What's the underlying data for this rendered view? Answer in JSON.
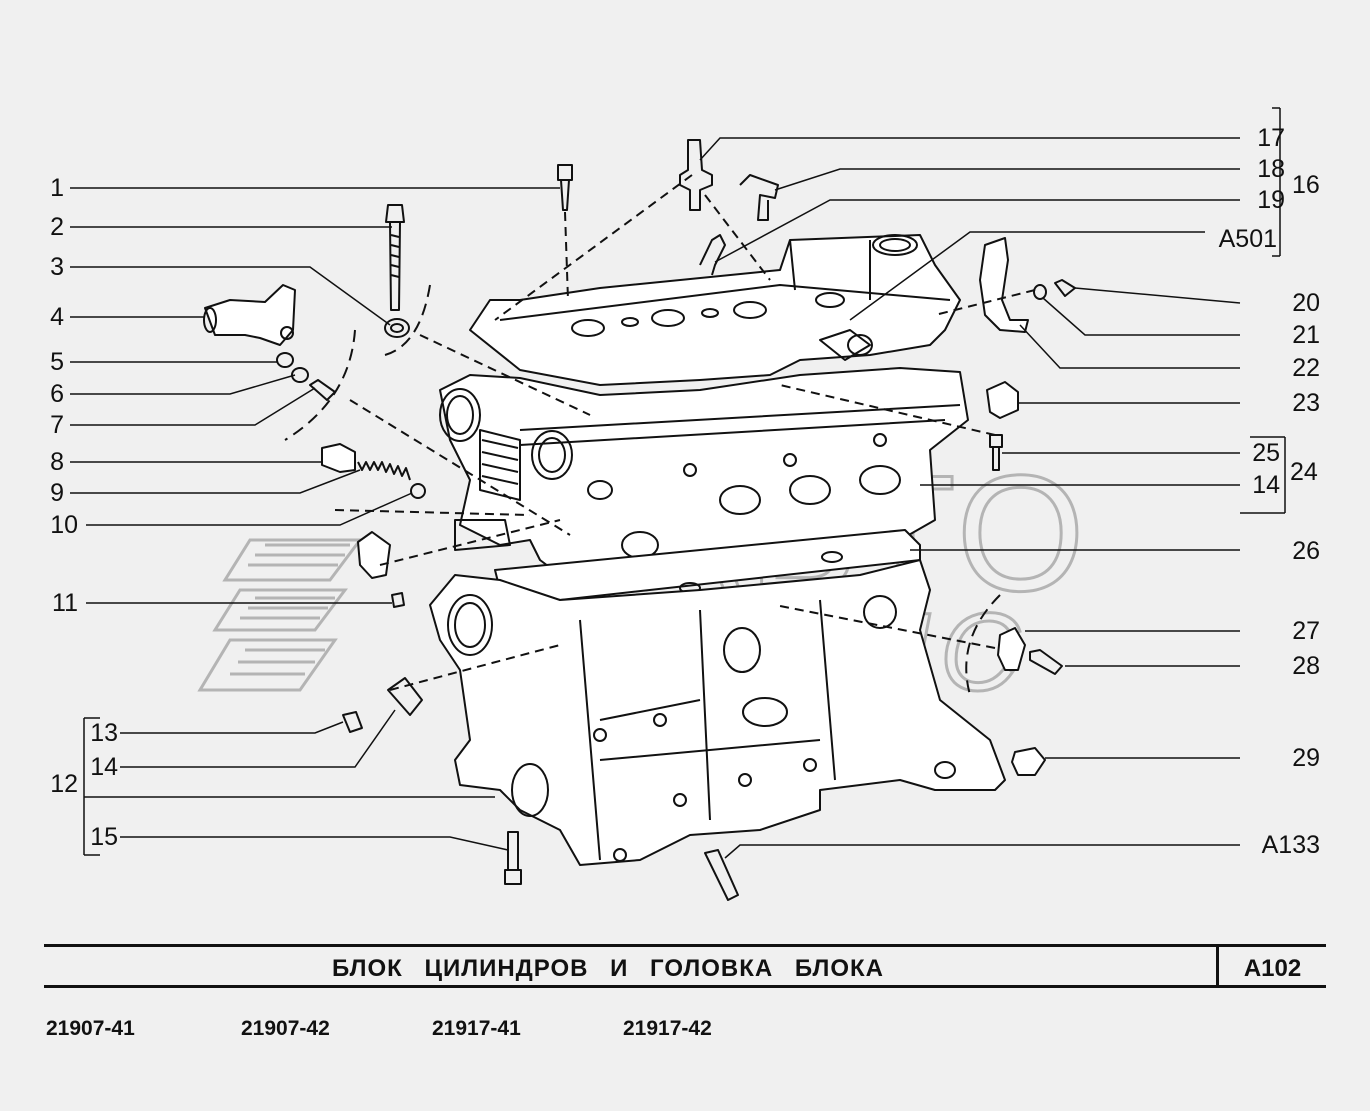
{
  "title": "БЛОК ЦИЛИНДРОВ И ГОЛОВКА БЛОКА",
  "code": "A102",
  "watermark": {
    "top": "АВТО",
    "bottom": "АЛЬЯНС"
  },
  "models": [
    "21907-41",
    "21907-42",
    "21917-41",
    "21917-42"
  ],
  "callouts_left": [
    "1",
    "2",
    "3",
    "4",
    "5",
    "6",
    "7",
    "8",
    "9",
    "10",
    "11"
  ],
  "callouts_group12": [
    "13",
    "14",
    "15"
  ],
  "group12_label": "12",
  "callouts_right": [
    "17",
    "18",
    "19",
    "A501",
    "20",
    "21",
    "22",
    "23",
    "25",
    "14",
    "26",
    "27",
    "28",
    "29",
    "A133"
  ],
  "group16_label": "16",
  "group24_label": "24",
  "colors": {
    "line": "#111111",
    "paper": "#f0f0f0",
    "watermark": "#b8b8b8"
  }
}
